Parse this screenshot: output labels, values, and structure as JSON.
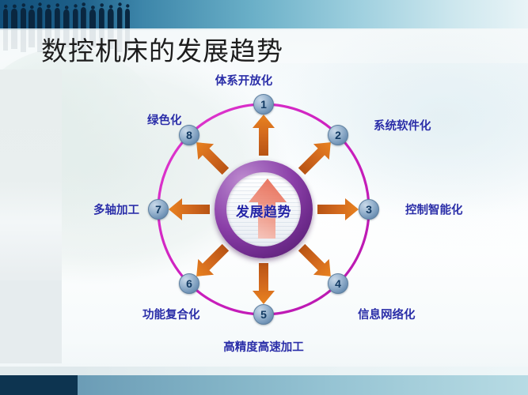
{
  "slide": {
    "title": "数控机床的发展趋势",
    "center_label": "发展趋势",
    "accent_ring_color": "#c020b8",
    "arrow_color": "#d2691e",
    "node_color": "#7295b8",
    "label_color": "#2a2ea8",
    "hub_color": "#8b3fa8",
    "header_color": "#1e5a84",
    "footer_dark_color": "#0d3450"
  },
  "nodes": [
    {
      "number": "1",
      "label": "体系开放化",
      "position": "top"
    },
    {
      "number": "2",
      "label": "系统软件化",
      "position": "top-right"
    },
    {
      "number": "3",
      "label": "控制智能化",
      "position": "right"
    },
    {
      "number": "4",
      "label": "信息网络化",
      "position": "bottom-right"
    },
    {
      "number": "5",
      "label": "高精度高速加工",
      "position": "bottom"
    },
    {
      "number": "6",
      "label": "功能复合化",
      "position": "bottom-left"
    },
    {
      "number": "7",
      "label": "多轴加工",
      "position": "left"
    },
    {
      "number": "8",
      "label": "绿色化",
      "position": "top-left"
    }
  ]
}
